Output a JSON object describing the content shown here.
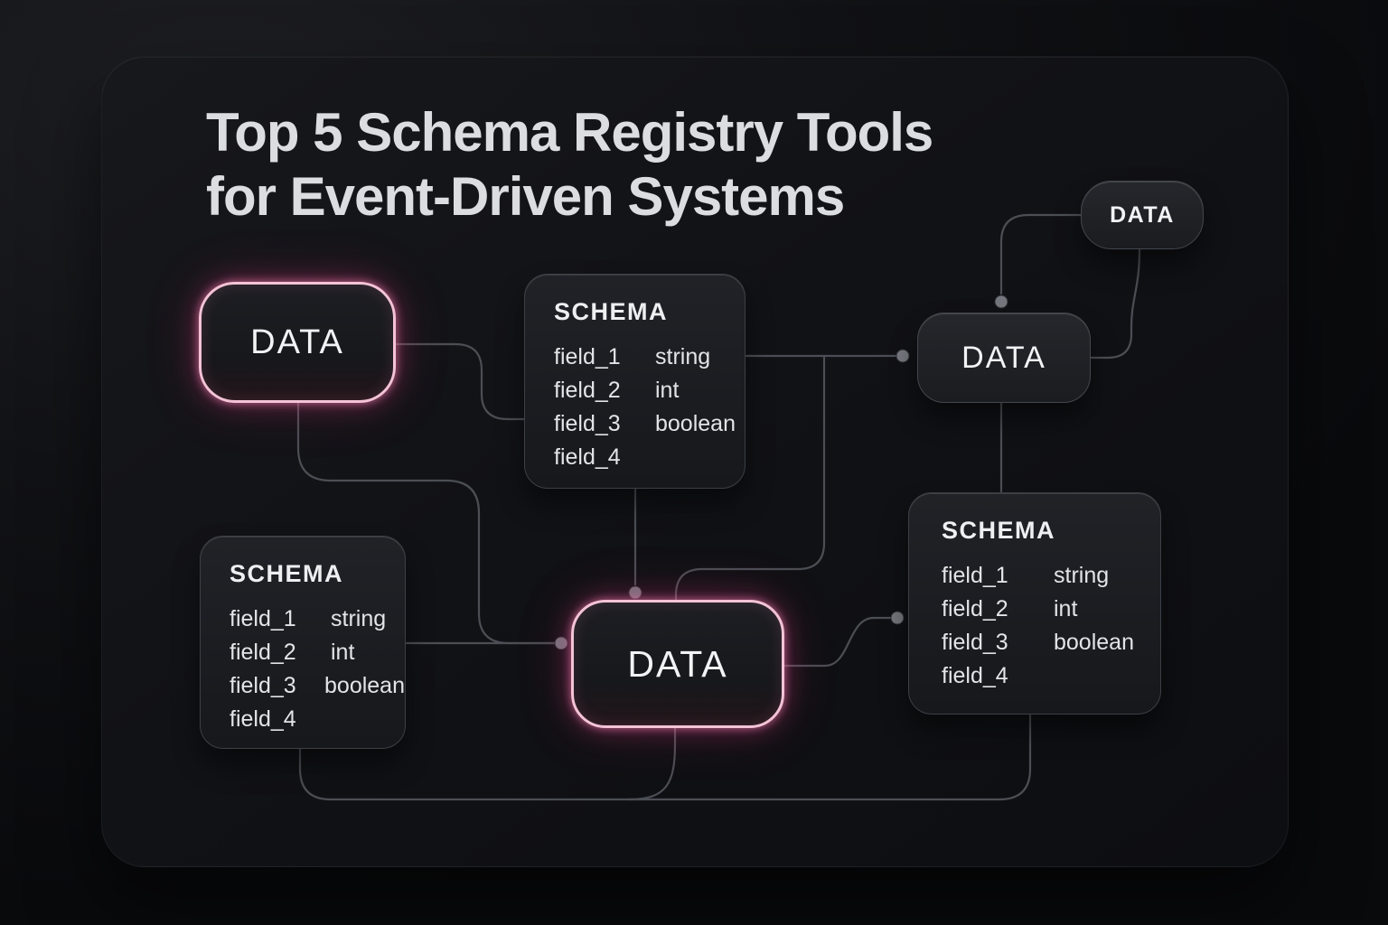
{
  "title": {
    "line1": "Top 5 Schema Registry Tools",
    "line2": "for Event-Driven Systems"
  },
  "data_nodes": {
    "top_left": {
      "label": "DATA",
      "highlighted": true
    },
    "right_middle": {
      "label": "DATA",
      "highlighted": false
    },
    "bottom_center": {
      "label": "DATA",
      "highlighted": true
    },
    "top_right_small": {
      "label": "DATA",
      "highlighted": false
    }
  },
  "schema_nodes": {
    "top_center": {
      "title": "SCHEMA",
      "fields": [
        {
          "name": "field_1",
          "type": "string"
        },
        {
          "name": "field_2",
          "type": "int"
        },
        {
          "name": "field_3",
          "type": "boolean"
        },
        {
          "name": "field_4",
          "type": ""
        }
      ]
    },
    "bottom_left": {
      "title": "SCHEMA",
      "fields": [
        {
          "name": "field_1",
          "type": "string"
        },
        {
          "name": "field_2",
          "type": "int"
        },
        {
          "name": "field_3",
          "type": "boolean"
        },
        {
          "name": "field_4",
          "type": ""
        }
      ]
    },
    "bottom_right": {
      "title": "SCHEMA",
      "fields": [
        {
          "name": "field_1",
          "type": "string"
        },
        {
          "name": "field_2",
          "type": "int"
        },
        {
          "name": "field_3",
          "type": "boolean"
        },
        {
          "name": "field_4",
          "type": ""
        }
      ]
    }
  },
  "colors": {
    "accent_pink": "#f4c3d6",
    "line_gray": "#4b4e54",
    "text_primary": "#e6e7e9",
    "panel_bg": "#111216",
    "node_bg": "#1e2025"
  }
}
